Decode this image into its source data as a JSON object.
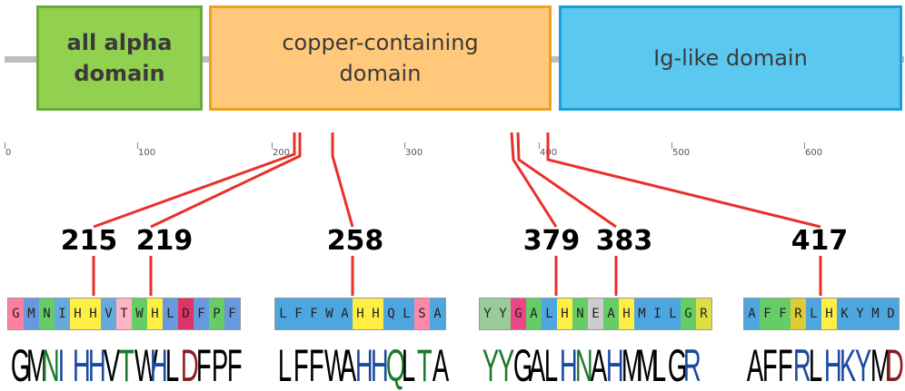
{
  "domains": [
    {
      "label": "all alpha\ndomain"
    },
    {
      "label": "copper-containing\ndomain"
    },
    {
      "label": "Ig-like domain"
    }
  ],
  "axis_ticks": [
    "0",
    "100",
    "200",
    "300",
    "400",
    "500",
    "600"
  ],
  "positions": [
    "215",
    "219",
    "258",
    "379",
    "383",
    "417"
  ],
  "alignments": [
    {
      "residues": [
        "G",
        "M",
        "N",
        "I",
        "H",
        "H",
        "V",
        "T",
        "W",
        "H",
        "L",
        "D",
        "F",
        "P",
        "F"
      ],
      "colors": [
        "#ff7fa0",
        "#6699dd",
        "#66cc66",
        "#66aadd",
        "#ffee44",
        "#ffee44",
        "#66aadd",
        "#ffb3c6",
        "#66cc66",
        "#ffee44",
        "#6699dd",
        "#dd3366",
        "#6699dd",
        "#66cc66",
        "#6699dd"
      ]
    },
    {
      "residues": [
        "L",
        "F",
        "F",
        "W",
        "A",
        "H",
        "H",
        "Q",
        "L",
        "S",
        "A"
      ],
      "colors": [
        "#4da6e0",
        "#4da6e0",
        "#4da6e0",
        "#4da6e0",
        "#4da6e0",
        "#ffee44",
        "#ffee44",
        "#4da6e0",
        "#4da6e0",
        "#ff88aa",
        "#4da6e0"
      ]
    },
    {
      "residues": [
        "Y",
        "Y",
        "G",
        "A",
        "L",
        "H",
        "N",
        "E",
        "A",
        "H",
        "M",
        "I",
        "L",
        "G",
        "R"
      ],
      "colors": [
        "#99cc99",
        "#99cc99",
        "#ee4488",
        "#66cc66",
        "#4da6e0",
        "#ffee44",
        "#66cc66",
        "#cccccc",
        "#66cc66",
        "#ffee44",
        "#4da6e0",
        "#4da6e0",
        "#4da6e0",
        "#66cc66",
        "#dddd44"
      ]
    },
    {
      "residues": [
        "A",
        "F",
        "F",
        "R",
        "L",
        "H",
        "K",
        "Y",
        "M",
        "D"
      ],
      "colors": [
        "#4da6e0",
        "#66cc66",
        "#66cc66",
        "#ddcc33",
        "#4da6e0",
        "#ffee44",
        "#4da6e0",
        "#4da6e0",
        "#4da6e0",
        "#4da6e0"
      ]
    }
  ],
  "logos": [
    {
      "letters": [
        "G",
        "M",
        "N",
        "I",
        "H",
        "H",
        "V",
        "T",
        "W",
        "H",
        "L",
        "D",
        "F",
        "P",
        "F"
      ],
      "colors": [
        "#000000",
        "#000000",
        "#1a7a2a",
        "#1a4aa0",
        "#1a4aa0",
        "#1a4aa0",
        "#000000",
        "#1a7a2a",
        "#000000",
        "#1a4aa0",
        "#000000",
        "#8b1a1a",
        "#000000",
        "#000000",
        "#000000"
      ]
    },
    {
      "letters": [
        "L",
        "F",
        "F",
        "W",
        "A",
        "H",
        "H",
        "Q",
        "L",
        "T",
        "A"
      ],
      "colors": [
        "#000000",
        "#000000",
        "#000000",
        "#000000",
        "#000000",
        "#1a4aa0",
        "#1a4aa0",
        "#1a7a2a",
        "#000000",
        "#1a7a2a",
        "#000000"
      ]
    },
    {
      "letters": [
        "Y",
        "Y",
        "G",
        "A",
        "L",
        "H",
        "N",
        "A",
        "H",
        "M",
        "M",
        "L",
        "G",
        "R"
      ],
      "colors": [
        "#1a7a2a",
        "#1a7a2a",
        "#000000",
        "#000000",
        "#000000",
        "#1a4aa0",
        "#1a7a2a",
        "#000000",
        "#1a4aa0",
        "#000000",
        "#000000",
        "#000000",
        "#000000",
        "#1a4aa0"
      ]
    },
    {
      "letters": [
        "A",
        "F",
        "F",
        "R",
        "L",
        "H",
        "K",
        "Y",
        "M",
        "D"
      ],
      "colors": [
        "#000000",
        "#000000",
        "#000000",
        "#1a4aa0",
        "#000000",
        "#1a4aa0",
        "#1a4aa0",
        "#1a4aa0",
        "#000000",
        "#8b1a1a"
      ]
    }
  ]
}
